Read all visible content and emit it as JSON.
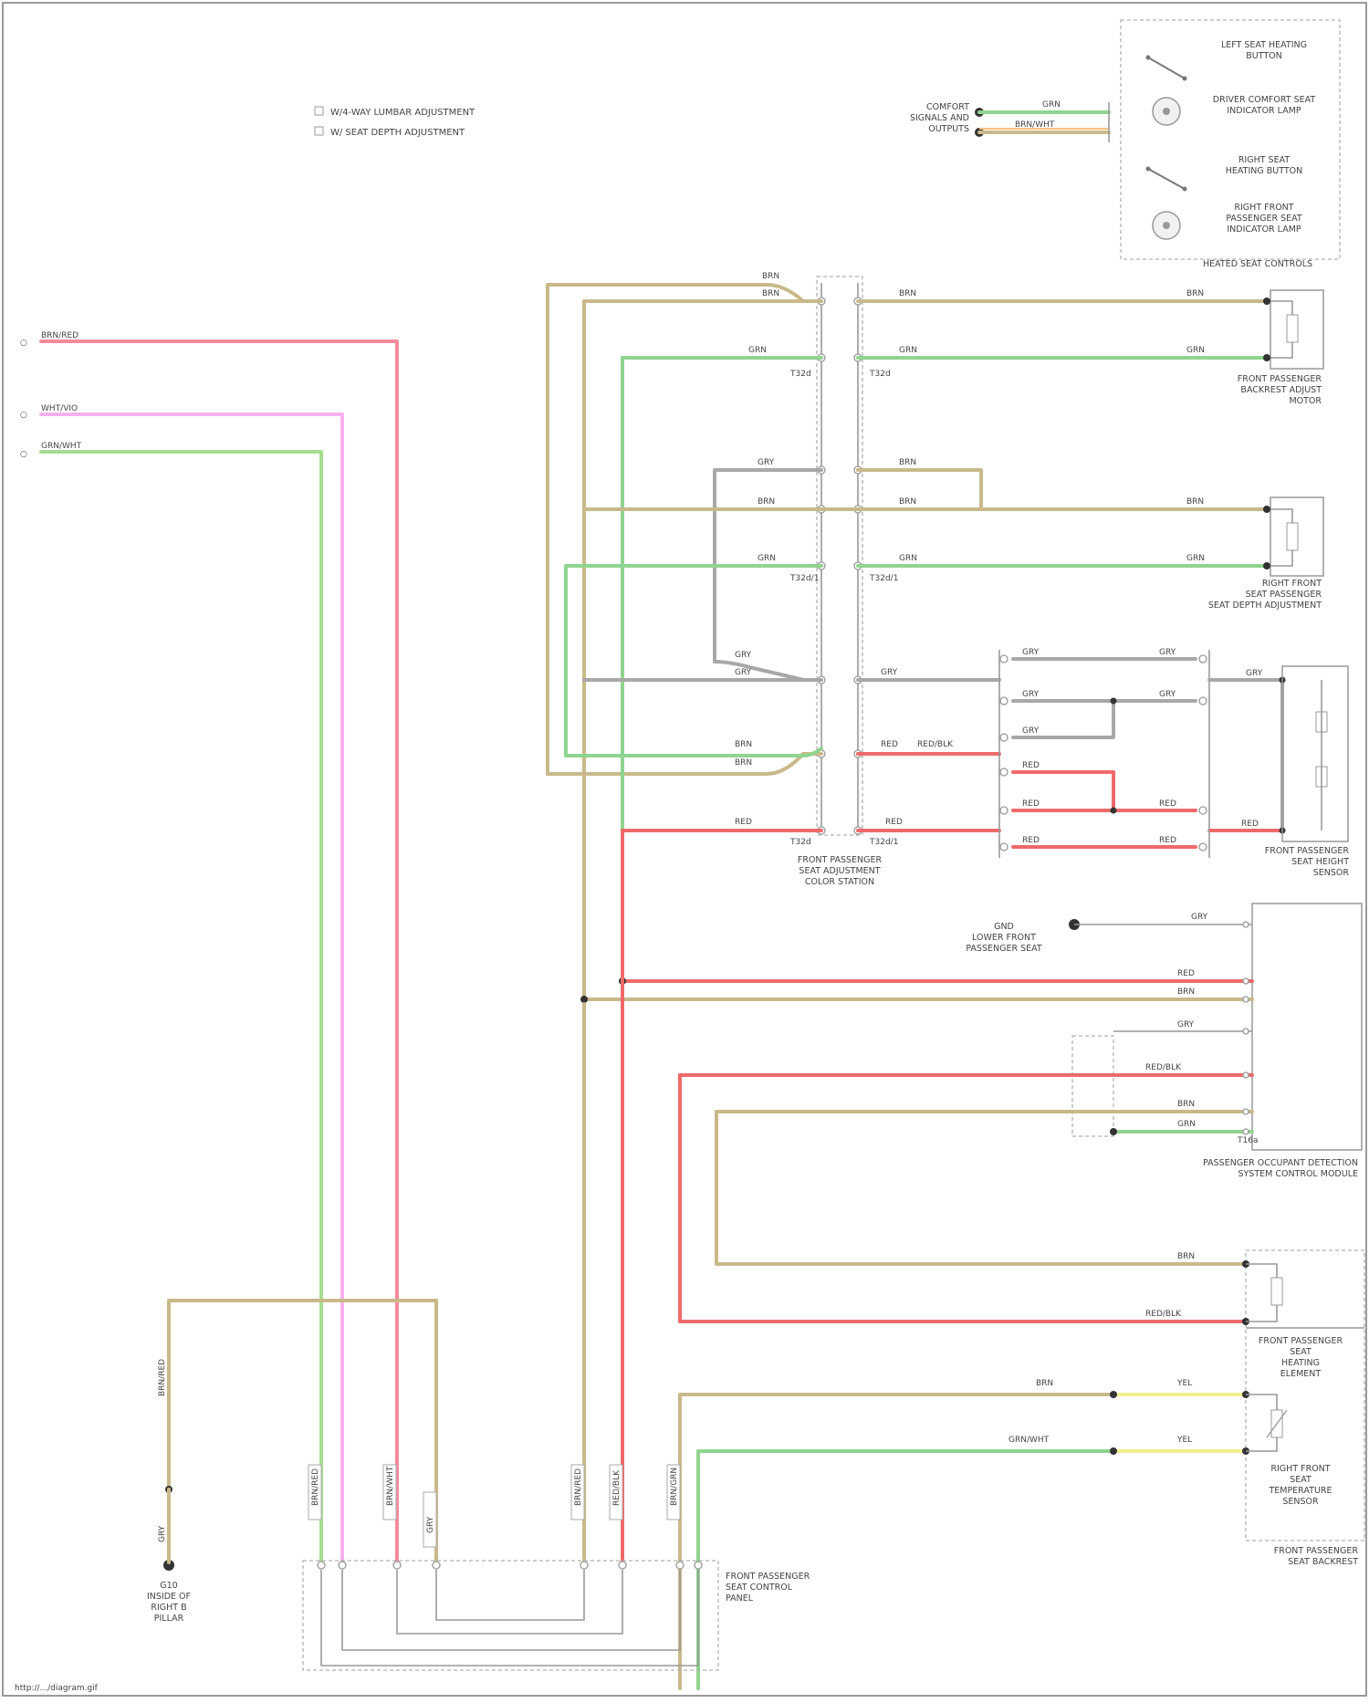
{
  "colors": {
    "tan": "#c9b98a",
    "green": "#8fd48f",
    "red": "#f06a6a",
    "pink": "#f7b0f0",
    "gray": "#9a9a9a",
    "yellow": "#f3ef90",
    "frame": "#9a9a9a"
  },
  "legend": {
    "line1": "W/4-WAY LUMBAR ADJUSTMENT",
    "line2": "W/ SEAT DEPTH ADJUSTMENT"
  },
  "inputs": {
    "top": "BRN/RED",
    "mid": "WHT/VIO",
    "bottom": "GRN/WHT"
  },
  "memory_switch": {
    "left_label": "COMFORT\nSIGNALS AND\nOUTPUTS",
    "wire1": "GRN",
    "wire2": "BRN/WHT",
    "items": [
      "LEFT SEAT HEATING\nBUTTON",
      "DRIVER COMFORT SEAT\nINDICATOR LAMP",
      "RIGHT SEAT\nHEATING BUTTON",
      "RIGHT FRONT\nPASSENGER SEAT\nINDICATOR LAMP"
    ],
    "caption": "HEATED SEAT CONTROLS"
  },
  "connector": {
    "caption": "FRONT PASSENGER\nSEAT ADJUSTMENT\nCOLOR STATION",
    "pin_top": "T32d",
    "pin_bottom": "T32d/1"
  },
  "wire_labels": {
    "tan": "BRN",
    "green": "GRN",
    "gray": "GRY",
    "red": "RED",
    "red_alt": "RED/BLK",
    "tan_alt": "BRN/WHT"
  },
  "motors": {
    "m1": "FRONT PASSENGER\nBACKREST ADJUST\nMOTOR",
    "m2": "RIGHT FRONT\nSEAT PASSENGER\nSEAT DEPTH ADJUSTMENT",
    "m3": "FRONT PASSENGER\nSEAT HEIGHT\nSENSOR"
  },
  "module": {
    "gnd": "GND\nLOWER FRONT\nPASSENGER SEAT",
    "caption": "PASSENGER OCCUPANT DETECTION\nSYSTEM CONTROL MODULE",
    "pin": "T16a"
  },
  "seat_heating": {
    "element": "FRONT PASSENGER\nSEAT\nHEATING\nELEMENT",
    "sensor": "RIGHT FRONT\nSEAT\nTEMPERATURE\nSENSOR",
    "caption": "FRONT PASSENGER\nSEAT BACKREST",
    "label_tan": "BRN",
    "label_green": "GRN/WHT",
    "label_y1": "YEL",
    "label_y2": "YEL"
  },
  "control_panel": {
    "caption": "FRONT PASSENGER\nSEAT CONTROL\nPANEL",
    "gnd": "G10\nINSIDE OF\nRIGHT B\nPILLAR",
    "riser_labels": [
      "BRN/RED",
      "BRN/WHT",
      "GRY",
      "BRN/RED",
      "RED/BLK",
      "BRN/GRN"
    ]
  },
  "footer": "http://.../diagram.gif"
}
